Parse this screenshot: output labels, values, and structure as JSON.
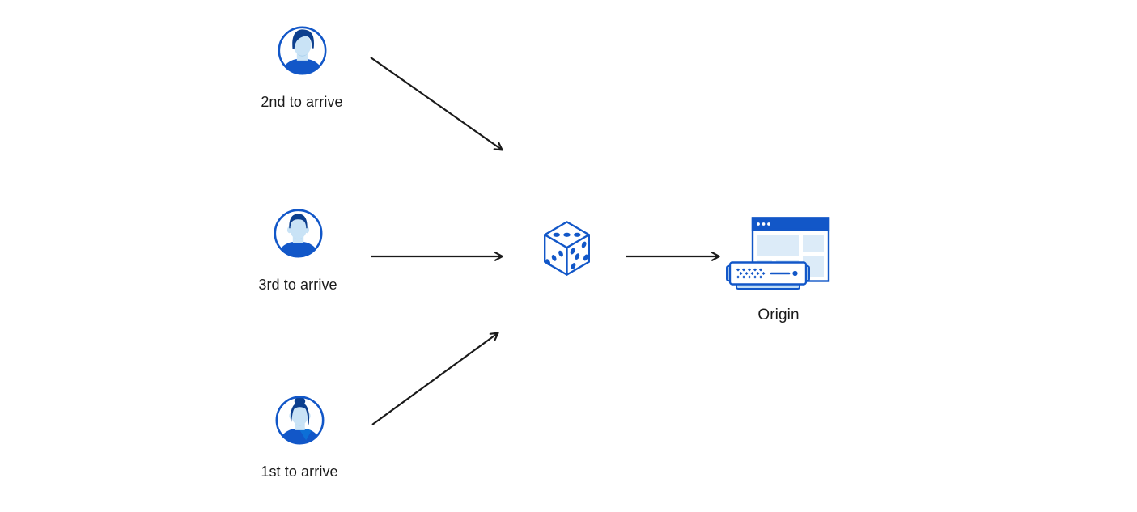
{
  "diagram": {
    "title": "request-coalescing-random-order-diagram",
    "background": "#ffffff",
    "nodes": {
      "user_second": {
        "label": "2nd to arrive",
        "icon": "male-user-avatar-swept-hair"
      },
      "user_third": {
        "label": "3rd to arrive",
        "icon": "male-user-avatar-short-hair"
      },
      "user_first": {
        "label": "1st to arrive",
        "icon": "female-user-avatar-bun"
      },
      "dice": {
        "icon": "dice-cube-random-icon"
      },
      "origin": {
        "label": "Origin",
        "icon": "browser-window-and-server-icon"
      }
    },
    "edges": [
      {
        "from": "user_second",
        "to": "dice"
      },
      {
        "from": "user_third",
        "to": "dice"
      },
      {
        "from": "user_first",
        "to": "dice"
      },
      {
        "from": "dice",
        "to": "origin"
      }
    ],
    "colors": {
      "primary_blue": "#1257c8",
      "dark_navy_hair": "#0c3f8e",
      "light_face_blue": "#c9e3f6",
      "pale_block_blue": "#dcebf8",
      "server_tab_blue": "#bfdcf5",
      "arrow_black": "#1a1a1a",
      "text_color": "#1b1b1b"
    }
  }
}
